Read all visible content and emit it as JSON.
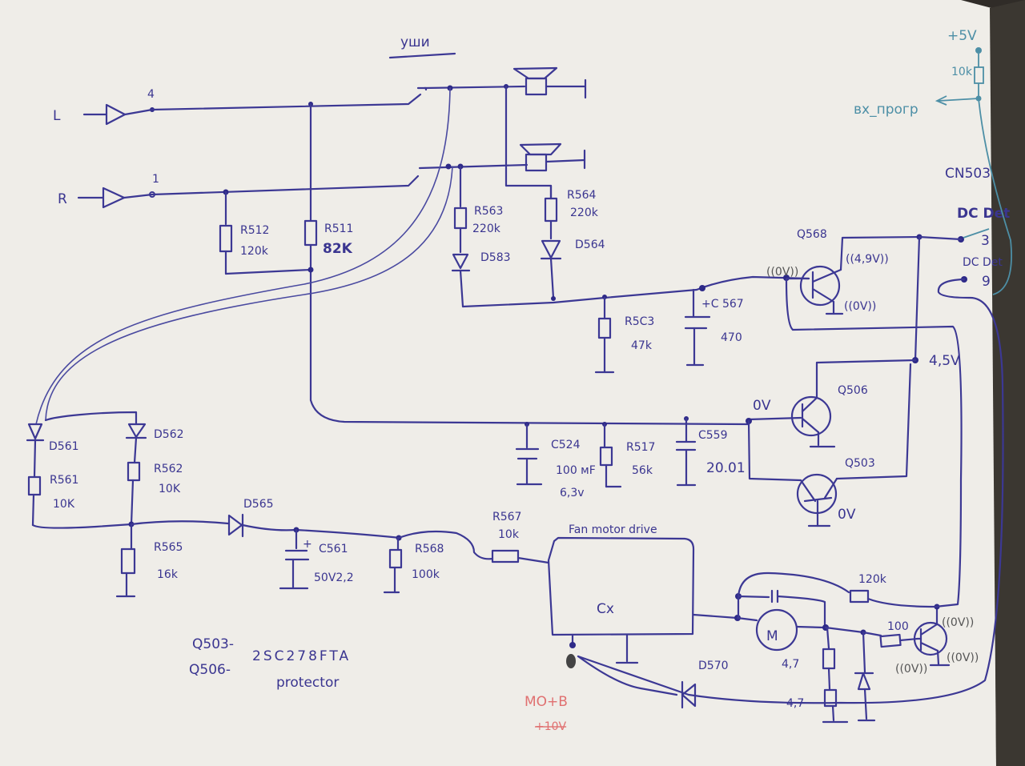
{
  "title": "уши",
  "inputs": {
    "left": {
      "label": "L",
      "pin": "4"
    },
    "right": {
      "label": "R",
      "pin": "1"
    }
  },
  "power": {
    "supply": "+5V",
    "pullup": "10k",
    "input_label": "вх_прогр",
    "connector": "CN503",
    "dc_det": "DC Det",
    "pin3": "3",
    "dc_det_alt": "DC Det",
    "pin9": "9"
  },
  "components": {
    "r512": {
      "name": "R512",
      "value": "120k"
    },
    "r511": {
      "name": "R511",
      "value": "82K"
    },
    "r563": {
      "name": "R563",
      "value": "220k"
    },
    "r564": {
      "name": "R564",
      "value": "220k"
    },
    "d583": {
      "name": "D583"
    },
    "d564": {
      "name": "D564"
    },
    "r5c3": {
      "name": "R5C3",
      "value": "47k"
    },
    "c567": {
      "name": "+C 567",
      "value": "470"
    },
    "q568": {
      "name": "Q568",
      "base_v": "((0V))",
      "collector_v": "((4,9V))",
      "emitter_v": "((0V))"
    },
    "q506": {
      "name": "Q506",
      "base_v": "0V"
    },
    "q503": {
      "name": "Q503",
      "emitter_v": "0V"
    },
    "node_45": "4,5V",
    "c524": {
      "name": "C524",
      "value": "100 мF",
      "voltage": "6,3v"
    },
    "r517": {
      "name": "R517",
      "value": "56k"
    },
    "c559": {
      "name": "C559",
      "value": "20.01"
    },
    "d561": {
      "name": "D561"
    },
    "d562": {
      "name": "D562"
    },
    "r561": {
      "name": "R561",
      "value": "10K"
    },
    "r562": {
      "name": "R562",
      "value": "10K"
    },
    "d565": {
      "name": "D565"
    },
    "r565": {
      "name": "R565",
      "value": "16k"
    },
    "c561": {
      "name": "C561",
      "value": "50V2,2"
    },
    "r568": {
      "name": "R568",
      "value": "100k"
    },
    "r567": {
      "name": "R567",
      "value": "10k"
    },
    "cx": {
      "name": "Cx",
      "caption": "Fan motor drive"
    },
    "motor": {
      "symbol": "M"
    },
    "r120k": {
      "value": "120k"
    },
    "r100": {
      "value": "100"
    },
    "r47a": {
      "value": "4,7"
    },
    "r47b": {
      "value": "4,7"
    },
    "d570": {
      "name": "D570"
    },
    "qfan": {
      "base_v": "((0V))",
      "collector_v": "((0V))",
      "emitter_v": "((0V))"
    },
    "mot_b": {
      "label": "MO+B",
      "struck": "+10V"
    }
  },
  "notes": {
    "line1": "Q503-",
    "line2": "Q506-",
    "part": "2SC278FTA",
    "role": "protector"
  }
}
